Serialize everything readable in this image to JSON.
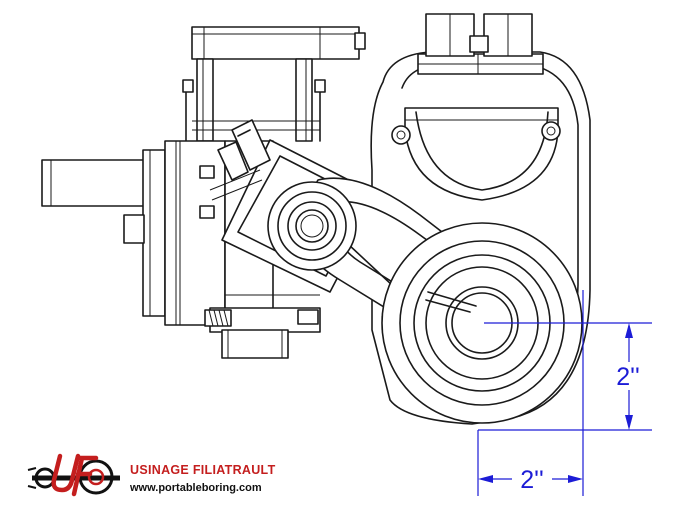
{
  "dimensions": {
    "vertical_label": "2''",
    "horizontal_label": "2''"
  },
  "branding": {
    "logo_letters": "UF",
    "company_name": "USINAGE FILIATRAULT",
    "website": "www.portableboring.com",
    "accent_color": "#c41e1e"
  },
  "colors": {
    "line": "#1a1a1a",
    "dimension": "#1c1cd6",
    "background": "#ffffff"
  }
}
